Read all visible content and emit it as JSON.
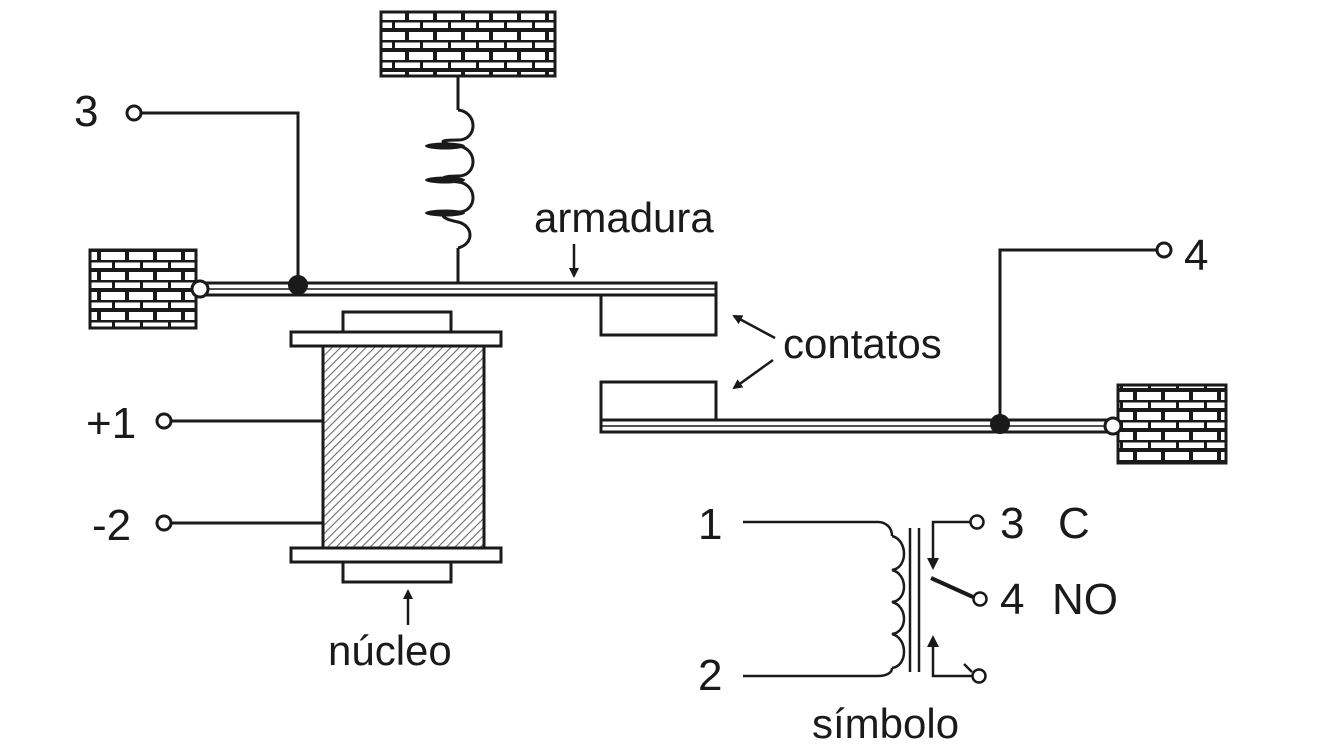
{
  "labels": {
    "terminal_3": "3",
    "terminal_4": "4",
    "terminal_plus1": "+1",
    "terminal_minus2": "-2",
    "armature": "armadura",
    "contacts": "contatos",
    "core": "núcleo",
    "symbol": "símbolo",
    "sym_coil_1": "1",
    "sym_coil_2": "2",
    "sym_common_num": "3",
    "sym_common_letter": "C",
    "sym_no_num": "4",
    "sym_no_letter": "NO"
  }
}
